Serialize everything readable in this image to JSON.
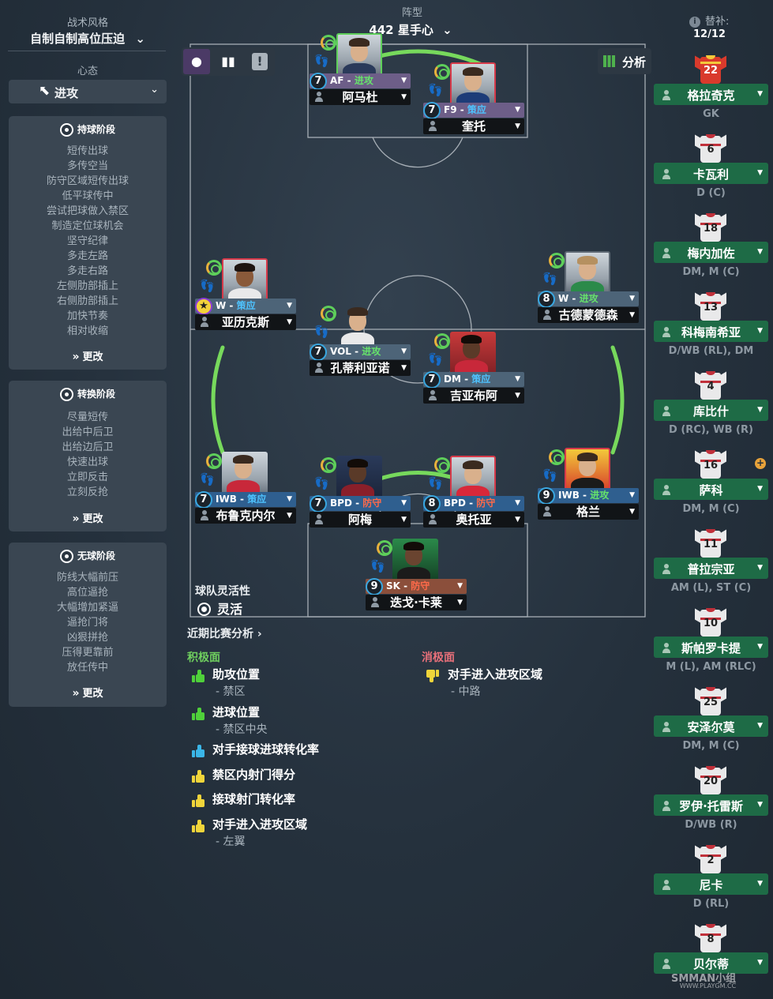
{
  "left": {
    "style_label": "战术风格",
    "style_value": "自制自制高位压迫",
    "mentality_label": "心态",
    "mentality_value": "进攻",
    "phases": [
      {
        "title": "持球阶段",
        "items": [
          "短传出球",
          "多传空当",
          "防守区域短传出球",
          "低平球传中",
          "尝试把球做入禁区",
          "制造定位球机会",
          "坚守纪律",
          "多走左路",
          "多走右路",
          "左侧肋部插上",
          "右侧肋部插上",
          "加快节奏",
          "相对收缩"
        ],
        "change": "更改"
      },
      {
        "title": "转换阶段",
        "items": [
          "尽量短传",
          "出给中后卫",
          "出给边后卫",
          "快速出球",
          "立即反击",
          "立刻反抢"
        ],
        "change": "更改"
      },
      {
        "title": "无球阶段",
        "items": [
          "防线大幅前压",
          "高位逼抢",
          "大幅增加紧逼",
          "逼抢门将",
          "凶狠拼抢",
          "压得更靠前",
          "放任传中"
        ],
        "change": "更改"
      }
    ]
  },
  "formation": {
    "label": "阵型",
    "value": "442 星手心"
  },
  "analysis_button": "分析",
  "players": [
    {
      "name": "阿马杜",
      "role": "AF",
      "duty": "进攻",
      "num": "7"
    },
    {
      "name": "奎托",
      "role": "F9",
      "duty": "策应",
      "num": "7"
    },
    {
      "name": "亚历克斯",
      "role": "W",
      "duty": "策应",
      "num": "★"
    },
    {
      "name": "孔蒂利亚诺",
      "role": "VOL",
      "duty": "进攻",
      "num": "7"
    },
    {
      "name": "古德蒙德森",
      "role": "W",
      "duty": "进攻",
      "num": "8"
    },
    {
      "name": "吉亚布阿",
      "role": "DM",
      "duty": "策应",
      "num": "7"
    },
    {
      "name": "布鲁克内尔",
      "role": "IWB",
      "duty": "策应",
      "num": "7"
    },
    {
      "name": "阿梅",
      "role": "BPD",
      "duty": "防守",
      "num": "7"
    },
    {
      "name": "奥托亚",
      "role": "BPD",
      "duty": "防守",
      "num": "8"
    },
    {
      "name": "格兰",
      "role": "IWB",
      "duty": "进攻",
      "num": "9"
    },
    {
      "name": "迭戈·卡莱",
      "role": "SK",
      "duty": "防守",
      "num": "9"
    }
  ],
  "flexibility": {
    "label": "球队灵活性",
    "value": "灵活"
  },
  "recent_analysis": "近期比赛分析 ›",
  "positives_header": "积极面",
  "negatives_header": "消极面",
  "positives": [
    {
      "text": "助攻位置",
      "sub": "- 禁区"
    },
    {
      "text": "进球位置",
      "sub": "- 禁区中央"
    },
    {
      "text": "对手接球进球转化率",
      "sub": ""
    },
    {
      "text": "禁区内射门得分",
      "sub": ""
    },
    {
      "text": "接球射门转化率",
      "sub": ""
    },
    {
      "text": "对手进入进攻区域",
      "sub": "- 左翼"
    }
  ],
  "negatives": [
    {
      "text": "对手进入进攻区域",
      "sub": "- 中路"
    }
  ],
  "subs": {
    "label": "替补:",
    "count": "12/12",
    "list": [
      {
        "num": "22",
        "name": "格拉奇克",
        "pos": "GK"
      },
      {
        "num": "6",
        "name": "卡瓦利",
        "pos": "D (C)"
      },
      {
        "num": "18",
        "name": "梅内加佐",
        "pos": "DM, M (C)"
      },
      {
        "num": "13",
        "name": "科梅南希亚",
        "pos": "D/WB (RL), DM"
      },
      {
        "num": "4",
        "name": "库比什",
        "pos": "D (RC), WB (R)"
      },
      {
        "num": "16",
        "name": "萨科",
        "pos": "DM, M (C)"
      },
      {
        "num": "11",
        "name": "普拉宗亚",
        "pos": "AM (L), ST (C)"
      },
      {
        "num": "10",
        "name": "斯帕罗卡提",
        "pos": "M (L), AM (RLC)"
      },
      {
        "num": "25",
        "name": "安泽尔莫",
        "pos": "DM, M (C)"
      },
      {
        "num": "20",
        "name": "罗伊·托雷斯",
        "pos": "D/WB (R)"
      },
      {
        "num": "2",
        "name": "尼卡",
        "pos": "D (RL)"
      },
      {
        "num": "8",
        "name": "贝尔蒂",
        "pos": ""
      }
    ]
  },
  "watermark": {
    "main": "SMMAN小组",
    "url": "WWW.PLAYGM.CC"
  },
  "colors": {
    "attack": "#66e36b",
    "support": "#4ec3ff",
    "defend": "#ff6a4a",
    "sub_bar": "#1e6b46",
    "pitch_line": "#c6ccd2",
    "shape_line": "#7be25e"
  }
}
